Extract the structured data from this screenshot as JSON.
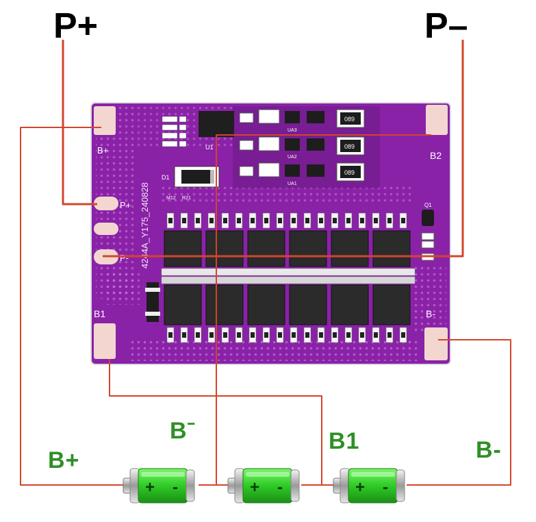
{
  "terminal_labels": {
    "p_plus": "P+",
    "p_minus": "P–"
  },
  "wire_labels": {
    "b_plus": "B+",
    "b_minus_mid": "Bˉ",
    "b1": "B1",
    "b_minus": "B-"
  },
  "board": {
    "pad_labels": {
      "b_plus_pad": "B+",
      "p_plus_pad": "P+",
      "p_minus_pad": "P-",
      "b2_pad": "B2",
      "b1_pad": "B1",
      "b_minus_pad": "B-"
    },
    "silkscreen": {
      "part_number": "4244A_Y175_240828",
      "d1": "D1",
      "u1": "U1",
      "m12": "M12",
      "r21": "R21",
      "q1": "Q1",
      "ua1": "UA1",
      "ua2": "UA2",
      "ua3": "UA3"
    },
    "resistor_marks": [
      "089",
      "089",
      "089"
    ]
  },
  "batteries": [
    {
      "plus": "+",
      "minus": "-"
    },
    {
      "plus": "+",
      "minus": "-"
    },
    {
      "plus": "+",
      "minus": "-"
    }
  ],
  "colors": {
    "wire": "#d2452b",
    "board": "#8a22a8",
    "board_dark": "#6d1a86",
    "pad": "#f3d6cf",
    "mosfet": "#2b2b2b",
    "battery_green": "#2ecb25",
    "label_green": "#2f8f26"
  }
}
